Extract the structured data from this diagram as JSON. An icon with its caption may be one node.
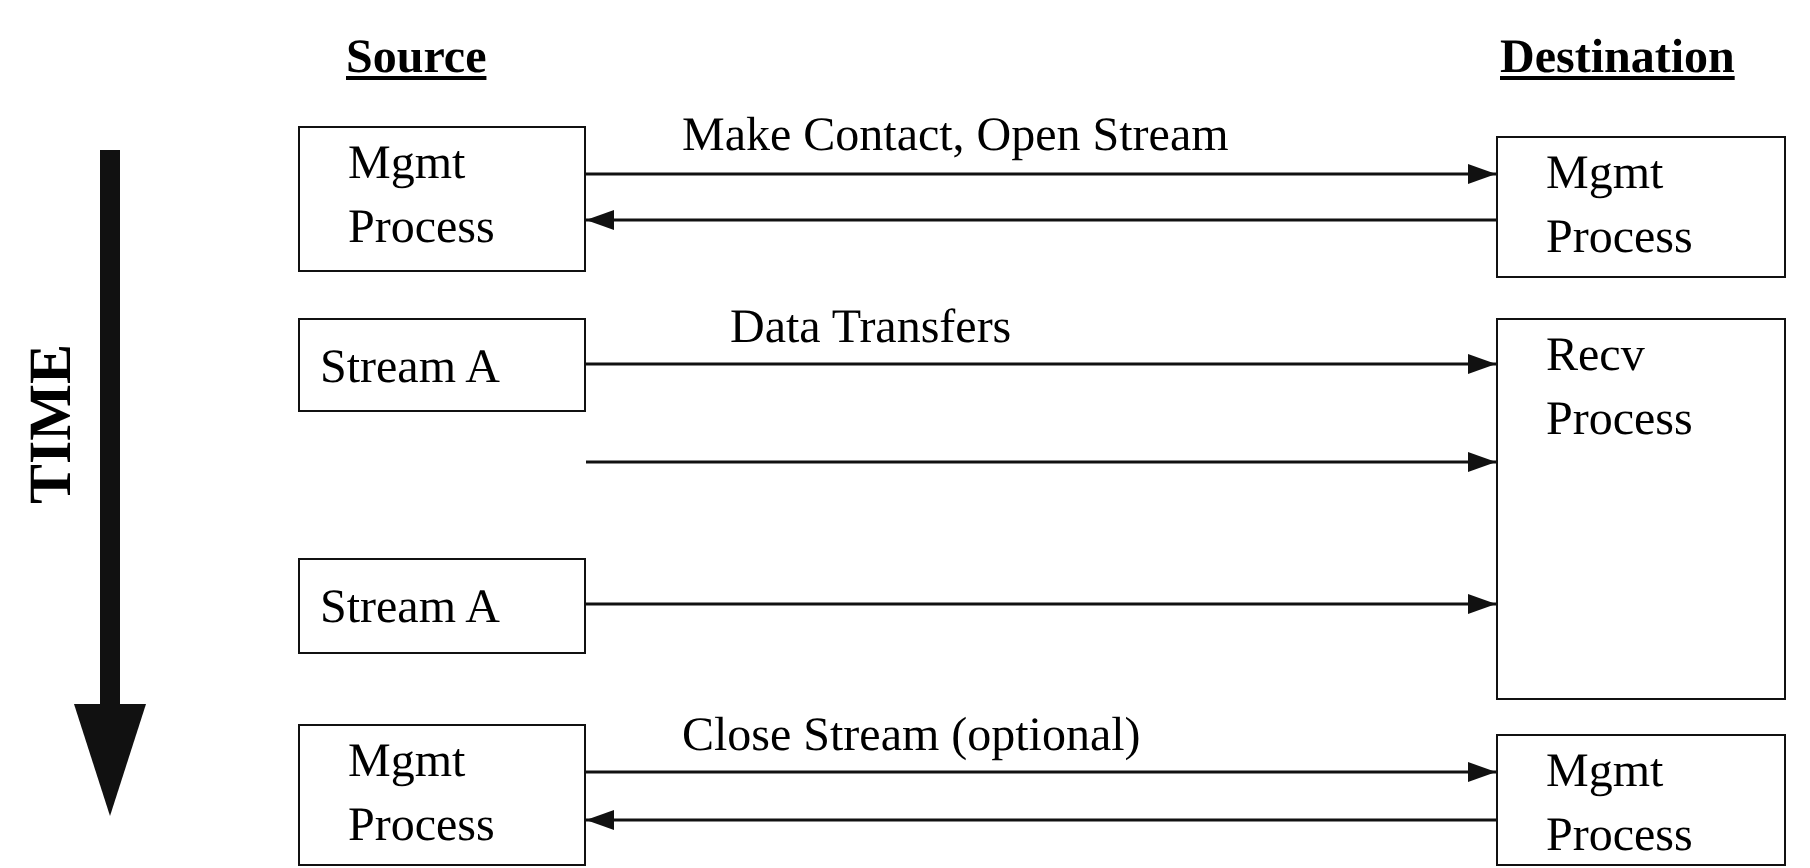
{
  "diagram": {
    "nodes": [
      {
        "text": [
          "Mgmt Process"
        ]
      },
      {
        "text": [
          "Mgmt Process"
        ]
      },
      {
        "text": [
          "Stream A"
        ]
      },
      {
        "text": [
          "Recv Process"
        ]
      },
      {
        "text": [
          "Stream A"
        ]
      },
      {
        "text": [
          "Mgmt Process"
        ]
      },
      {
        "text": [
          "Mgmt Process"
        ]
      }
    ],
    "edges": [
      {
        "from": 0,
        "to": 1,
        "arrow": "to",
        "label": "Make Contact, Open Stream"
      },
      {
        "from": 1,
        "to": 0,
        "arrow": "to"
      },
      {
        "from": 2,
        "to": 3,
        "arrow": "to",
        "label": "Data Transfers"
      },
      {
        "from": null,
        "to": 3,
        "arrow": "to"
      },
      {
        "from": 4,
        "to": 3,
        "arrow": "to"
      },
      {
        "from": 5,
        "to": 6,
        "arrow": "to",
        "label": "Close Stream (optional)"
      },
      {
        "from": 6,
        "to": 5,
        "arrow": "to"
      }
    ],
    "labels": [
      "Source",
      "Destination",
      "TIME"
    ]
  }
}
